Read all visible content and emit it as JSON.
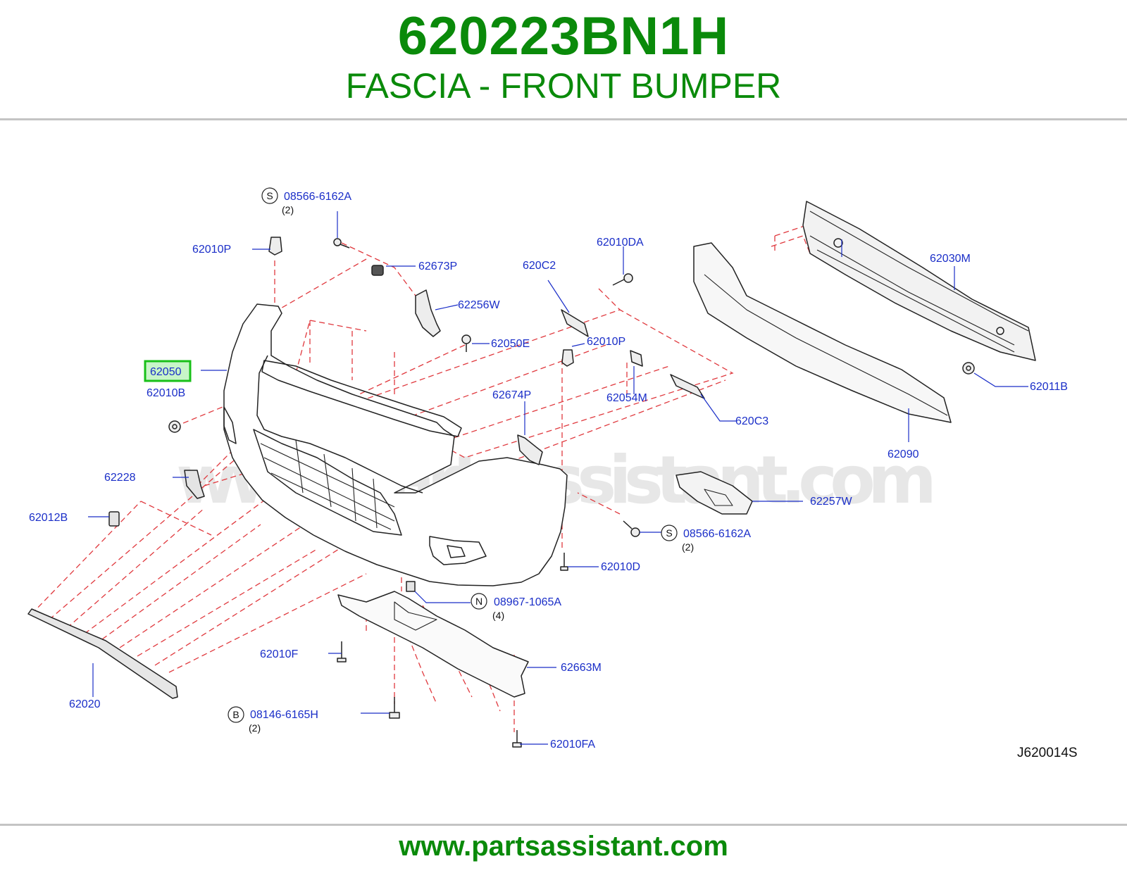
{
  "header": {
    "part_number": "620223BN1H",
    "description": "FASCIA - FRONT BUMPER"
  },
  "footer": {
    "url": "www.partsassistant.com"
  },
  "watermark": "www.partsassistant.com",
  "diagram_ref": "J620014S",
  "colors": {
    "brand_green": "#0a8a0a",
    "label_blue": "#1a2ec8",
    "dash_red": "#e0393e",
    "highlight_green": "#18c018"
  },
  "labels": {
    "l_08566_top": "08566-6162A",
    "q_08566_top": "(2)",
    "c_08566_top": "S",
    "l_62010P_a": "62010P",
    "l_62673P": "62673P",
    "l_62256W": "62256W",
    "l_62050E": "62050E",
    "l_62050": "62050",
    "l_62010B": "62010B",
    "l_62228": "62228",
    "l_62012B": "62012B",
    "l_62020": "62020",
    "l_08146": "08146-6165H",
    "q_08146": "(2)",
    "c_08146": "B",
    "l_62010F": "62010F",
    "l_62663M": "62663M",
    "l_62010FA": "62010FA",
    "l_08967": "08967-1065A",
    "q_08967": "(4)",
    "c_08967": "N",
    "l_62010D": "62010D",
    "l_08566_bot": "08566-6162A",
    "q_08566_bot": "(2)",
    "c_08566_bot": "S",
    "l_62257W": "62257W",
    "l_62674P": "62674P",
    "l_620C2": "620C2",
    "l_62010DA": "62010DA",
    "l_62010P_b": "62010P",
    "l_62054M": "62054M",
    "l_620C3": "620C3",
    "l_62090": "62090",
    "l_62030M": "62030M",
    "l_62011B": "62011B"
  }
}
